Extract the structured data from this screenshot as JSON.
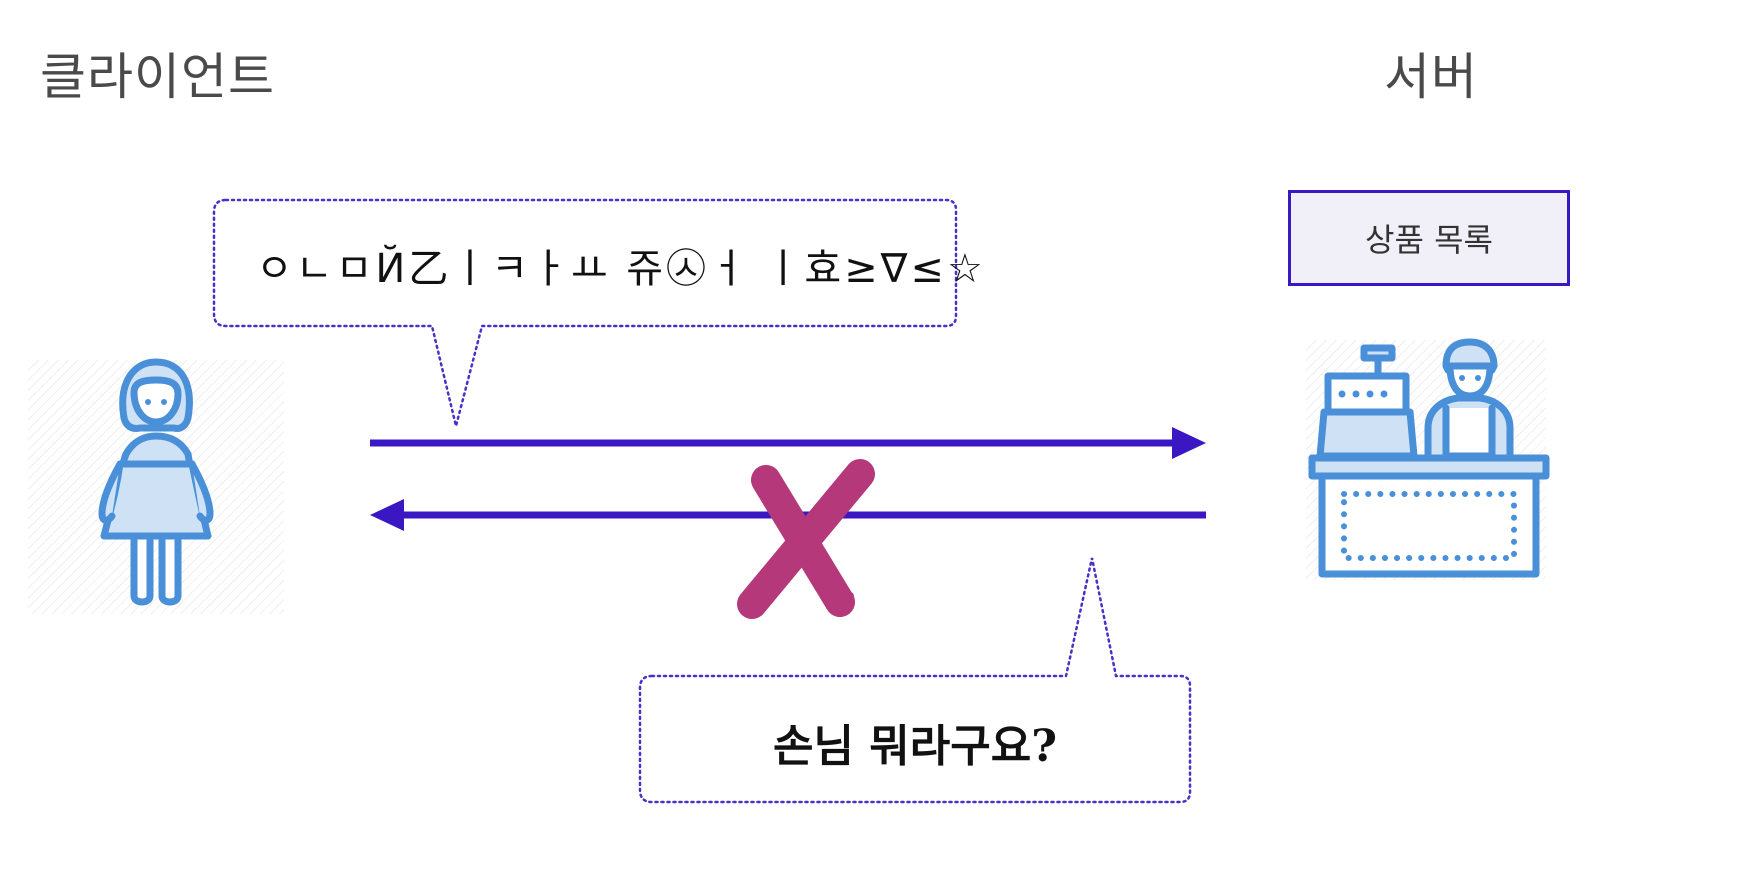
{
  "labels": {
    "client": "클라이언트",
    "server": "서버"
  },
  "server_box": {
    "label": "상품 목록"
  },
  "client_message": "ㅇㄴㅁЙ乙ㅣㅋㅏㅛ 쥬㉦ㅓ ㅣ효≥∇≤☆",
  "server_message": "손님 뭐라구요?",
  "icons": {
    "client": "woman-customer-icon",
    "server": "cashier-register-icon",
    "cross": "x-mark-icon"
  },
  "colors": {
    "arrow": "#3b17c4",
    "icon": "#4a90d9",
    "icon_fill": "#cfe2f5",
    "cross": "#b5387a",
    "bubble_border": "#4a2fc9",
    "title_text": "#4a4a4a"
  }
}
